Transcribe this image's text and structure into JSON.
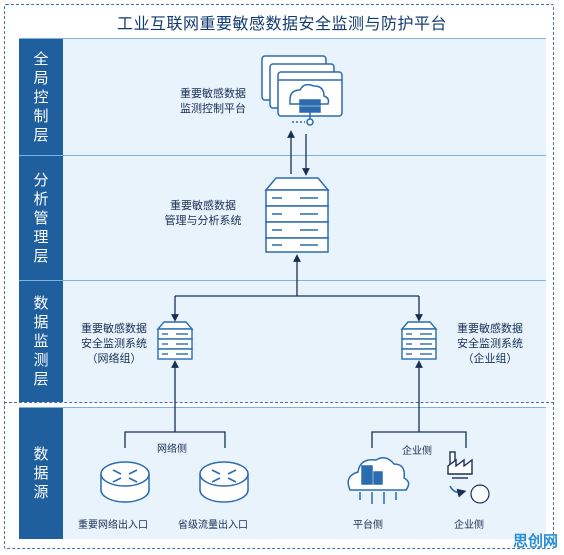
{
  "title": "工业互联网重要敏感数据安全监测与防护平台",
  "layers": [
    {
      "name": "全局控制层"
    },
    {
      "name": "分析管理层"
    },
    {
      "name": "数据监测层"
    },
    {
      "name": "数据源"
    }
  ],
  "nodes": {
    "control_line1": "重要敏感数据",
    "control_line2": "监测控制平台",
    "analysis_line1": "重要敏感数据",
    "analysis_line2": "管理与分析系统",
    "monitor_net_line1": "重要敏感数据",
    "monitor_net_line2": "安全监测系统",
    "monitor_net_line3": "（网络组）",
    "monitor_ent_line1": "重要敏感数据",
    "monitor_ent_line2": "安全监测系统",
    "monitor_ent_line3": "（企业组）",
    "network_side": "网络侧",
    "enterprise_side": "企业侧",
    "router1": "重要网络出入口",
    "router2": "省级流量出入口",
    "platform_side": "平台侧",
    "enterprise_side_bottom": "企业侧"
  },
  "watermark": "思创网",
  "colors": {
    "layer_label": "#1f5f9e",
    "layer_bg": "#e8f3fb",
    "accent": "#2b6cb0"
  }
}
